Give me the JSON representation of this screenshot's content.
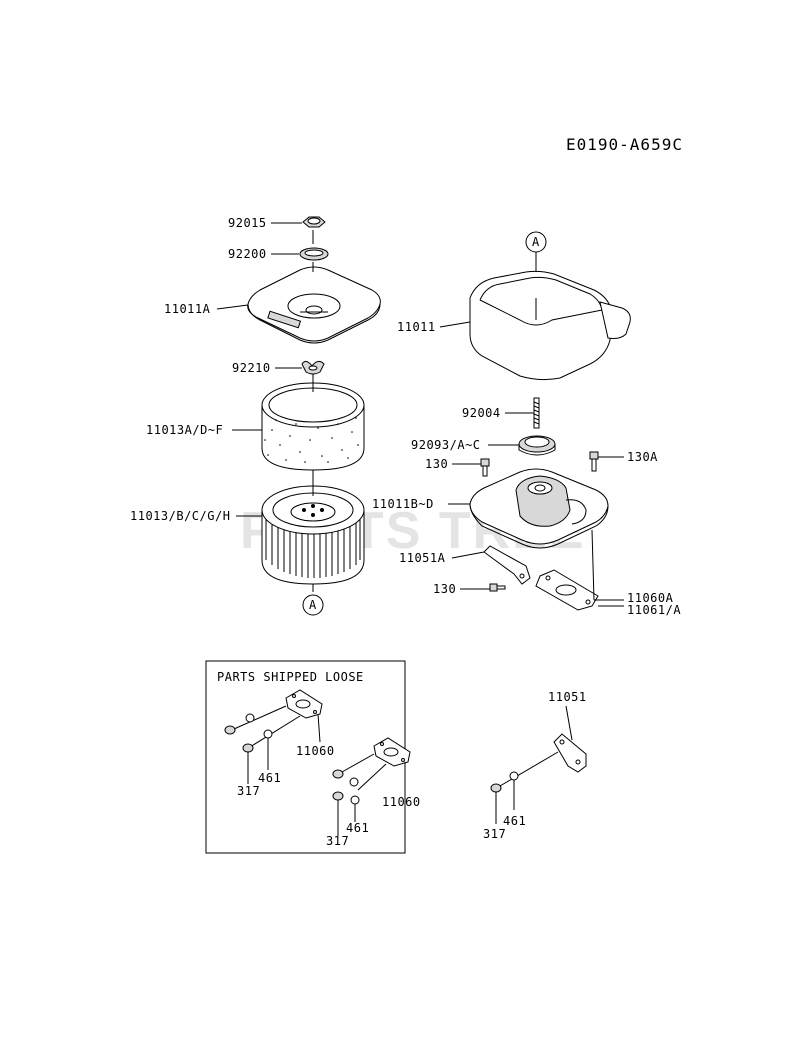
{
  "diagram_code": "E0190-A659C",
  "watermark": "PARTS TREE",
  "loose_box_title": "PARTS SHIPPED LOOSE",
  "labels": {
    "p92015": "92015",
    "p92200": "92200",
    "p11011A": "11011A",
    "p92210": "92210",
    "p11013A": "11013A/D~F",
    "p11013": "11013/B/C/G/H",
    "refA_left": "A",
    "refA_right": "A",
    "p11011": "11011",
    "p92004": "92004",
    "p92093": "92093/A~C",
    "p130_top": "130",
    "p130A": "130A",
    "p11011B": "11011B~D",
    "p11051A": "11051A",
    "p130_bottom": "130",
    "p11060A": "11060A",
    "p11061": "11061/A",
    "box_11060_a": "11060",
    "box_461_a": "461",
    "box_317_a": "317",
    "box_11060_b": "11060",
    "box_461_b": "461",
    "box_317_b": "317",
    "p11051": "11051",
    "p461_c": "461",
    "p317_c": "317"
  }
}
